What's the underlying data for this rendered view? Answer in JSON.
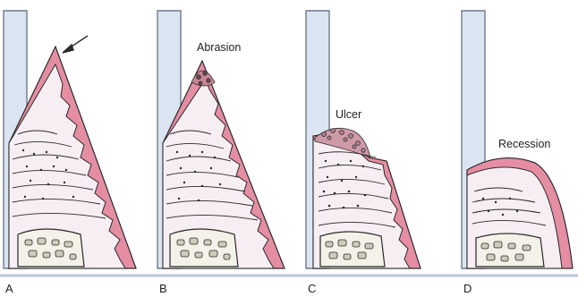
{
  "panels": [
    {
      "letter": "A",
      "annotation": ""
    },
    {
      "letter": "B",
      "annotation": "Abrasion"
    },
    {
      "letter": "C",
      "annotation": "Ulcer"
    },
    {
      "letter": "D",
      "annotation": "Recession"
    }
  ],
  "colors": {
    "epithelium": "#e58ea3",
    "connective_tissue": "#f7eef3",
    "tooth": "#dbe4f1",
    "tooth_outline": "#6f7a8c",
    "ink": "#2a2a2a",
    "baseline": "#b9c7dc"
  },
  "icons": [
    "arrow-icon",
    "bone-icon",
    "ulcer-debris-icon"
  ]
}
